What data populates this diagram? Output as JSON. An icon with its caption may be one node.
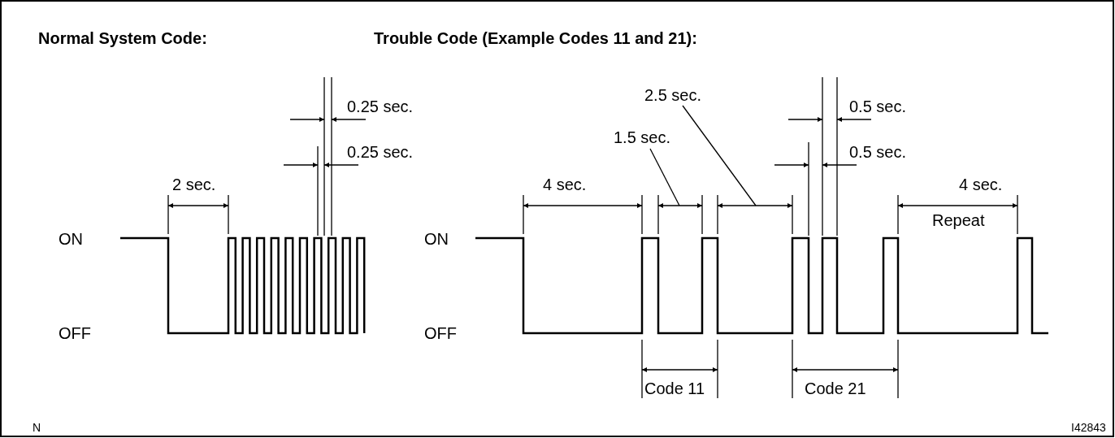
{
  "diagram": {
    "nodes": [
      {
        "text": [
          "1.5 sec."
        ]
      },
      {
        "text": [
          "2.5 sec."
        ]
      }
    ],
    "edges": [
      {
        "from": 0,
        "to": null,
        "arrow": "none"
      },
      {
        "from": 1,
        "to": null,
        "arrow": "none"
      }
    ],
    "labels": [
      "Normal System Code:",
      "Trouble Code (Example Codes 11 and 21):",
      "0.25 sec.",
      "0.25 sec.",
      "2 sec.",
      "ON",
      "OFF",
      "0.5 sec.",
      "0.5 sec.",
      "4 sec.",
      "4 sec.",
      "Repeat",
      "ON",
      "OFF",
      "Code 11",
      "Code 21",
      "N",
      "I42843"
    ]
  }
}
